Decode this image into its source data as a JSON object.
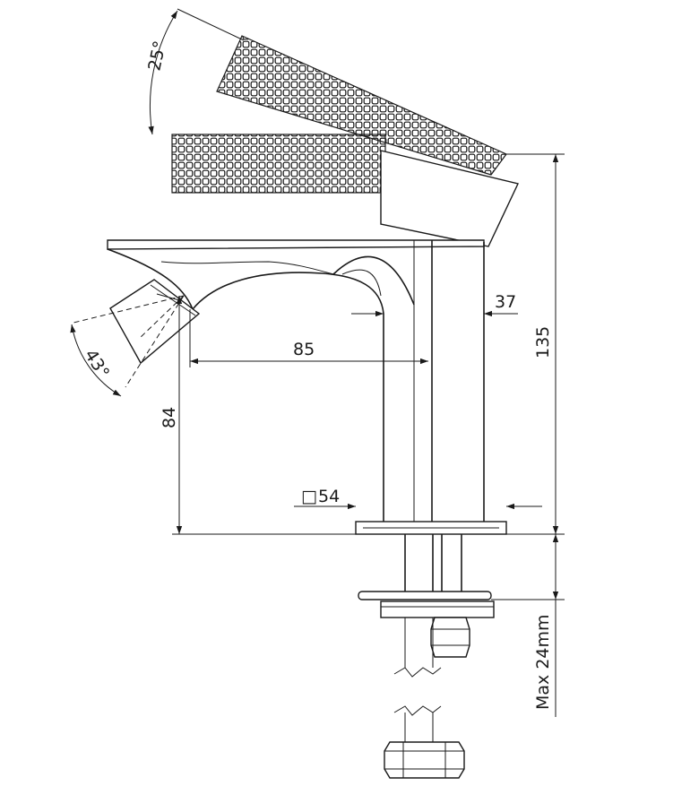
{
  "dimensions": {
    "lever_angle": "25°",
    "spray_angle": "43°",
    "spout_reach": "85",
    "spout_height": "84",
    "spout_offset": "37",
    "total_height": "135",
    "base_size": "54",
    "base_symbol": "□",
    "counter_thickness": "Max 24mm"
  },
  "colors": {
    "line": "#1a1a1a",
    "background": "#ffffff"
  }
}
